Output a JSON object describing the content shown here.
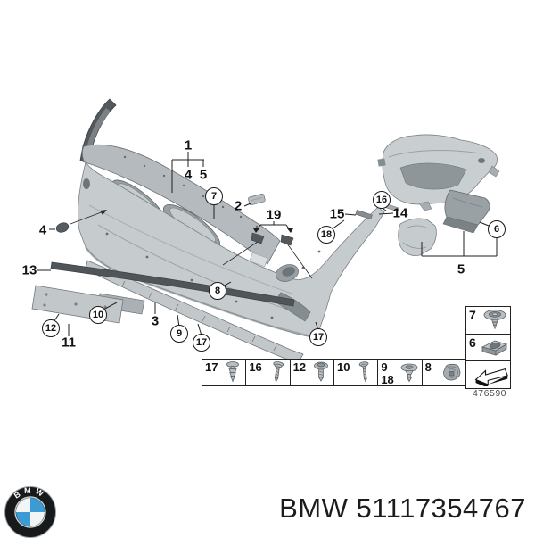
{
  "diagram": {
    "drawing_number": "476590",
    "callouts": [
      {
        "label": "1",
        "style": "plain"
      },
      {
        "label": "4",
        "style": "plain"
      },
      {
        "label": "5",
        "style": "plain"
      },
      {
        "label": "7",
        "style": "circle"
      },
      {
        "label": "2",
        "style": "plain"
      },
      {
        "label": "19",
        "style": "plain"
      },
      {
        "label": "15",
        "style": "plain"
      },
      {
        "label": "16",
        "style": "circle"
      },
      {
        "label": "14",
        "style": "plain"
      },
      {
        "label": "18",
        "style": "circle"
      },
      {
        "label": "6",
        "style": "circle"
      },
      {
        "label": "5",
        "style": "plain"
      },
      {
        "label": "4",
        "style": "plain"
      },
      {
        "label": "13",
        "style": "plain"
      },
      {
        "label": "10",
        "style": "circle"
      },
      {
        "label": "12",
        "style": "circle"
      },
      {
        "label": "11",
        "style": "plain"
      },
      {
        "label": "3",
        "style": "plain"
      },
      {
        "label": "9",
        "style": "circle"
      },
      {
        "label": "17",
        "style": "circle"
      },
      {
        "label": "8",
        "style": "circle"
      },
      {
        "label": "17",
        "style": "circle"
      }
    ]
  },
  "legend": {
    "row": [
      {
        "label": "17",
        "icon": "expanding-rivet-icon"
      },
      {
        "label": "16",
        "icon": "tapping-screw-icon"
      },
      {
        "label": "12",
        "icon": "pan-head-screw-icon"
      },
      {
        "label": "10",
        "icon": "thin-screw-icon"
      },
      {
        "label": "9",
        "label2": "18",
        "icon": "expanding-nut-icon"
      },
      {
        "label": "8",
        "icon": "clip-icon"
      }
    ],
    "column": [
      {
        "label": "7",
        "icon": "grommet-icon"
      },
      {
        "label": "6",
        "icon": "cage-nut-icon"
      }
    ],
    "arrow_icon": "direction-arrow-icon"
  },
  "footer": {
    "logo_text": "BMW",
    "brand": "BMW",
    "part_number": "51117354767"
  },
  "colors": {
    "bmw_blue": "#3a9bd5",
    "part_light": "#c6cbce",
    "part_mid": "#b4babd",
    "part_dark": "#565c60",
    "line": "#70777b"
  }
}
